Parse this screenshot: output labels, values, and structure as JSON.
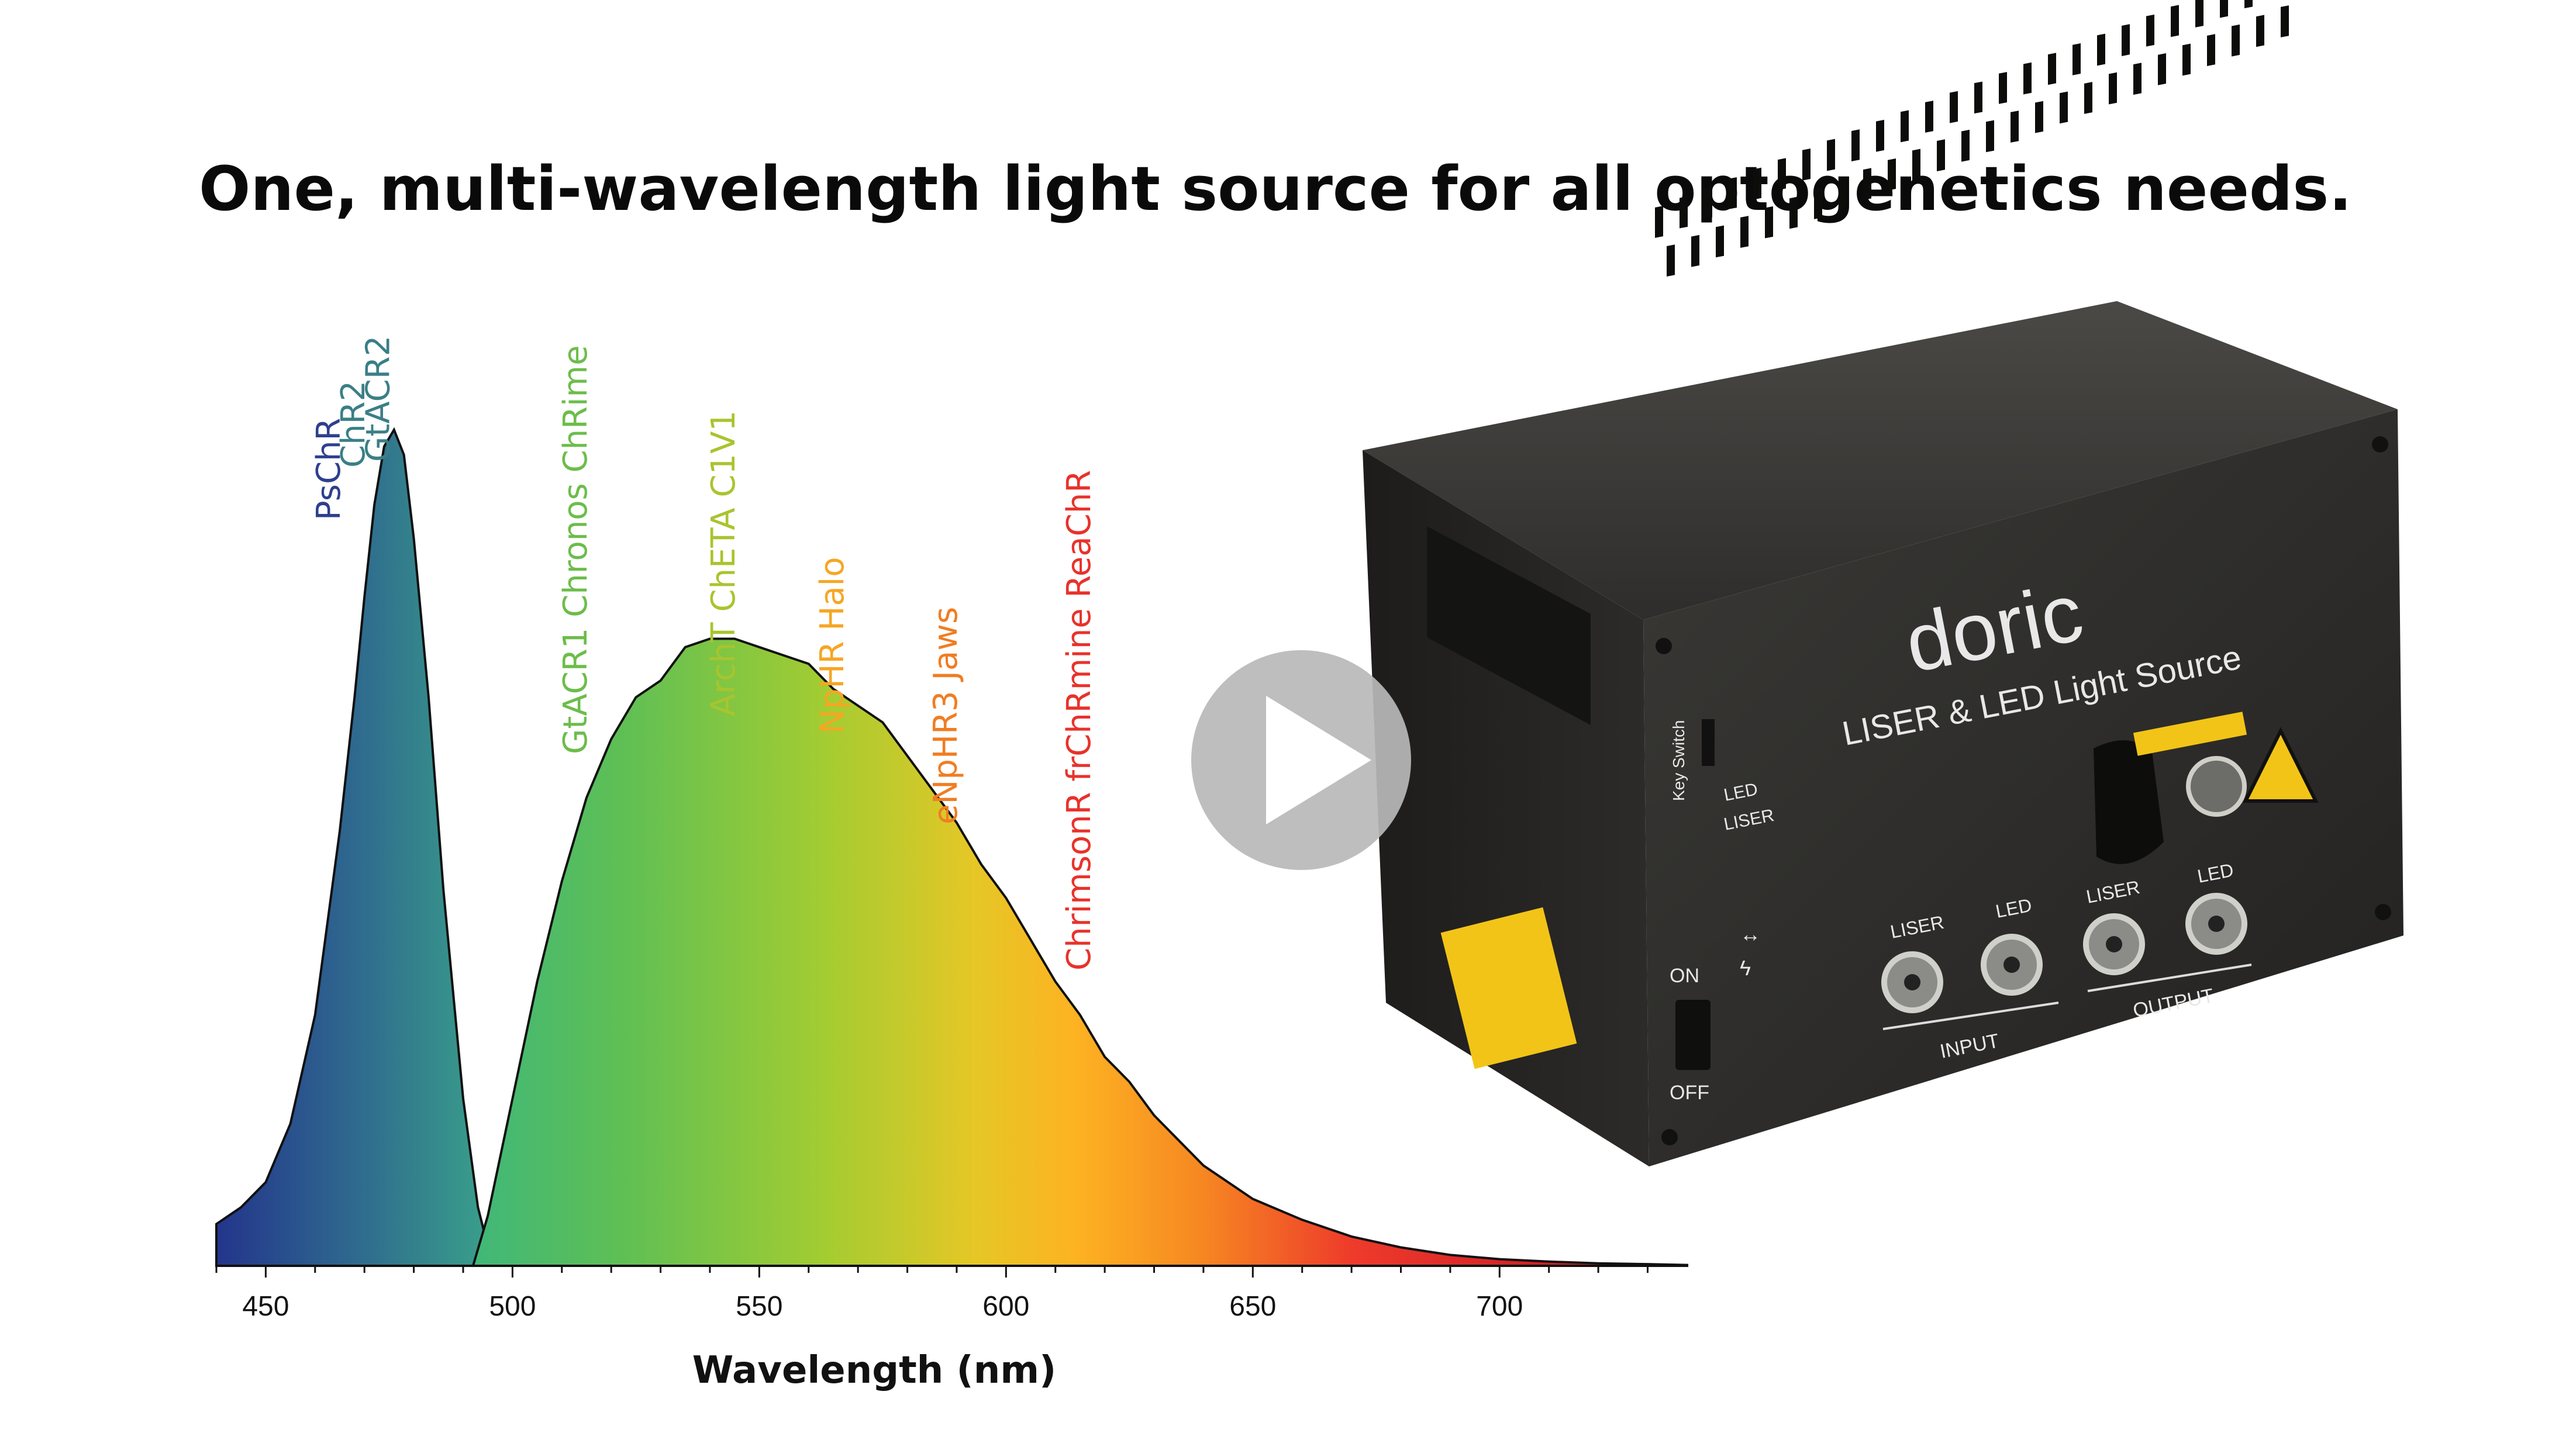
{
  "title": "One, multi-wavelength light source for all optogenetics needs.",
  "chart_data": {
    "type": "area",
    "xlabel": "Wavelength (nm)",
    "ylabel": "",
    "xlim": [
      440,
      738
    ],
    "ylim": [
      0,
      1
    ],
    "x_ticks": [
      450,
      500,
      550,
      600,
      650,
      700
    ],
    "series": [
      {
        "x": [
          440,
          445,
          450,
          455,
          460,
          465,
          468,
          470,
          472,
          474,
          476,
          478,
          480,
          483,
          486,
          490,
          493,
          496
        ],
        "values": [
          0.05,
          0.07,
          0.1,
          0.17,
          0.3,
          0.52,
          0.68,
          0.8,
          0.91,
          0.98,
          1.0,
          0.97,
          0.87,
          0.68,
          0.45,
          0.2,
          0.07,
          0.0
        ]
      },
      {
        "x": [
          492,
          495,
          500,
          505,
          510,
          515,
          520,
          525,
          530,
          535,
          540,
          545,
          550,
          555,
          560,
          565,
          570,
          575,
          580,
          585,
          590,
          595,
          600,
          605,
          610,
          615,
          620,
          625,
          630,
          640,
          650,
          660,
          670,
          680,
          690,
          700,
          710,
          720,
          730,
          738
        ],
        "values": [
          0.0,
          0.06,
          0.2,
          0.34,
          0.46,
          0.56,
          0.63,
          0.68,
          0.7,
          0.74,
          0.75,
          0.75,
          0.74,
          0.73,
          0.72,
          0.69,
          0.67,
          0.65,
          0.61,
          0.57,
          0.53,
          0.48,
          0.44,
          0.39,
          0.34,
          0.3,
          0.25,
          0.22,
          0.18,
          0.12,
          0.08,
          0.055,
          0.035,
          0.022,
          0.013,
          0.008,
          0.005,
          0.003,
          0.002,
          0.001
        ]
      }
    ],
    "annotations": [
      {
        "text": "PsChR",
        "x": 465,
        "color": "#2e3f8f"
      },
      {
        "text": "ChR2",
        "x": 470,
        "color": "#3a7f86"
      },
      {
        "text": "GtACR2",
        "x": 475,
        "color": "#3a7f86"
      },
      {
        "text": "GtACR1 Chronos ChRime",
        "x": 515,
        "color": "#6cbd4a"
      },
      {
        "text": "ArchT ChETA C1V1",
        "x": 545,
        "color": "#a9c42f"
      },
      {
        "text": "NpHR Halo",
        "x": 567,
        "color": "#f6a623"
      },
      {
        "text": "eNpHR3 Jaws",
        "x": 590,
        "color": "#f07d22"
      },
      {
        "text": "ChrimsonR frChRmine ReaChR",
        "x": 617,
        "color": "#e8322b"
      }
    ]
  },
  "device": {
    "brand": "doric",
    "product_label": "LISER & LED Light Source",
    "key_switch_label": "Key Switch",
    "mode_led": "LED",
    "mode_liser": "LISER",
    "on_label": "ON",
    "off_label": "OFF",
    "input_label": "INPUT",
    "output_label": "OUTPUT",
    "input_liser": "LISER",
    "input_led": "LED",
    "output_liser": "LISER",
    "output_led": "LED"
  },
  "colors": {
    "spectrum_outline": "#111111",
    "device_body": "#2b2a28",
    "play_button_bg": "#b9b9b9"
  },
  "icons": [
    "play-icon",
    "laser-warning-icon",
    "continuous-mode-icon",
    "pulse-mode-icon"
  ]
}
